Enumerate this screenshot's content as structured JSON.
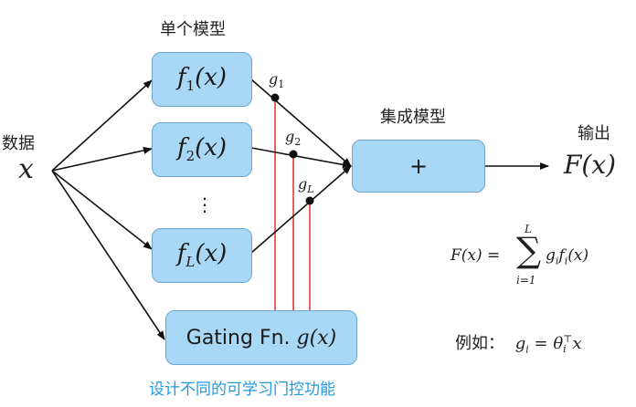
{
  "labels": {
    "single_models": "单个模型",
    "data": "数据",
    "data_var": "x",
    "ensemble_model": "集成模型",
    "output": "输出",
    "output_var": "F(x)",
    "caption": "设计不同的可学习门控功能",
    "vdots": "⋮"
  },
  "models": [
    {
      "f": "f",
      "sub": "1",
      "arg": "(x)",
      "gate": "g",
      "gate_sub": "1"
    },
    {
      "f": "f",
      "sub": "2",
      "arg": "(x)",
      "gate": "g",
      "gate_sub": "2"
    },
    {
      "f": "f",
      "sub": "L",
      "arg": "(x)",
      "gate": "g",
      "gate_sub": "L"
    }
  ],
  "ensemble_box": {
    "symbol": "+"
  },
  "gating_box": {
    "text": "Gating Fn. ",
    "math": "g(x)"
  },
  "formulas": {
    "sum_lhs": "F(x) = ",
    "sum_upper": "L",
    "sum_symbol": "∑",
    "sum_lower": "i=1",
    "sum_rhs": "g",
    "sum_rhs_sub": "i",
    "sum_rhs2": "f",
    "sum_rhs2_sub": "i",
    "sum_rhs3": "(x)",
    "example_label": "例如：",
    "example_lhs": "g",
    "example_lhs_sub": "i",
    "example_eq": " = θ",
    "example_sub": "i",
    "example_sup": "⊤",
    "example_tail": "x"
  },
  "colors": {
    "box_fill": "#a9d8f7",
    "box_border": "#6aa6d0",
    "gate_line": "#e8635a",
    "caption": "#1e9be0"
  }
}
